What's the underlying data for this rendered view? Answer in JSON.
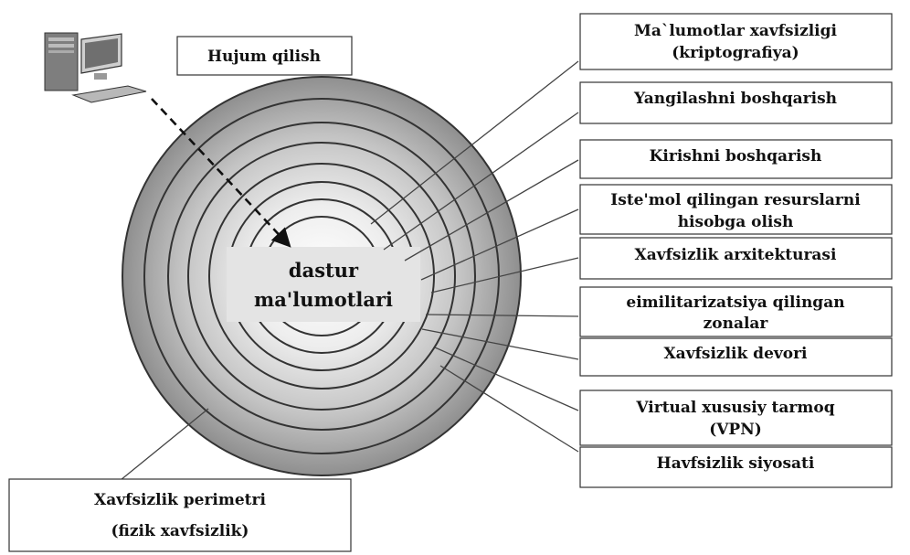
{
  "attack_label": "Hujum qilish",
  "center_label": [
    "dastur",
    "ma'lumotlari"
  ],
  "perimeter_label": [
    "Xavfsizlik perimetri",
    "(fizik xavfsizlik)"
  ],
  "layers": [
    {
      "name": "cryptography",
      "lines": [
        "Ma`lumotlar xavfsizligi",
        "(kriptografiya)"
      ]
    },
    {
      "name": "update-management",
      "lines": [
        "Yangilashni boshqarish"
      ]
    },
    {
      "name": "access-control",
      "lines": [
        "Kirishni boshqarish"
      ]
    },
    {
      "name": "resource-accounting",
      "lines": [
        "Iste'mol qilingan resurslarni",
        "hisobga olish"
      ]
    },
    {
      "name": "security-architecture",
      "lines": [
        "Xavfsizlik arxitekturasi"
      ]
    },
    {
      "name": "demilitarized-zones",
      "lines": [
        "eimilitarizatsiya qilingan",
        "zonalar"
      ]
    },
    {
      "name": "firewall",
      "lines": [
        "Xavfsizlik devori"
      ]
    },
    {
      "name": "vpn",
      "lines": [
        "Virtual xususiy tarmoq",
        "(VPN)"
      ]
    },
    {
      "name": "security-policy",
      "lines": [
        "Havfsizlik siyosati"
      ]
    }
  ],
  "colors": {
    "outer_ring": "#9b9b9b",
    "mid_ring": "#c2c2c2",
    "inner": "#efefef",
    "center_box": "#e6e6e6"
  },
  "icon": "desktop-computer-icon"
}
